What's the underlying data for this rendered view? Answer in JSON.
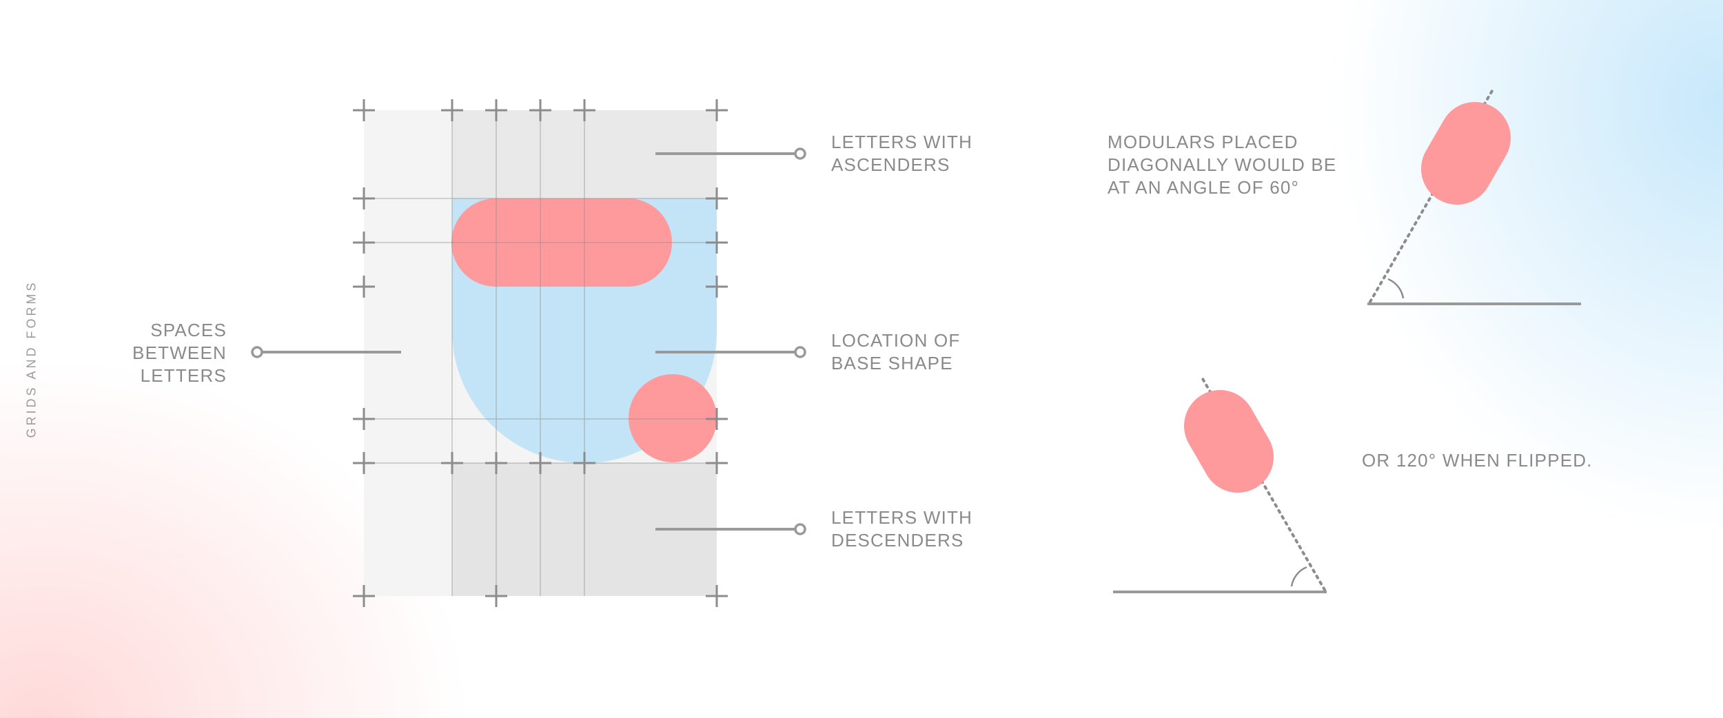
{
  "side_title": "GRIDS AND FORMS",
  "labels": {
    "ascenders": "LETTERS WITH\nASCENDERS",
    "base_shape": "LOCATION OF\nBASE SHAPE",
    "descenders": "LETTERS WITH\nDESCENDERS",
    "spaces": "SPACES\nBETWEEN\nLETTERS",
    "diagonal_note": "MODULARS PLACED\nDIAGONALLY WOULD BE\nAT AN ANGLE OF 60°",
    "flipped_note": "OR 120° WHEN FLIPPED."
  },
  "colors": {
    "pill": "#ff9a9c",
    "circle": "#c2e4f6",
    "grid_line": "#8c8c8c",
    "text": "#8a8a8a"
  }
}
